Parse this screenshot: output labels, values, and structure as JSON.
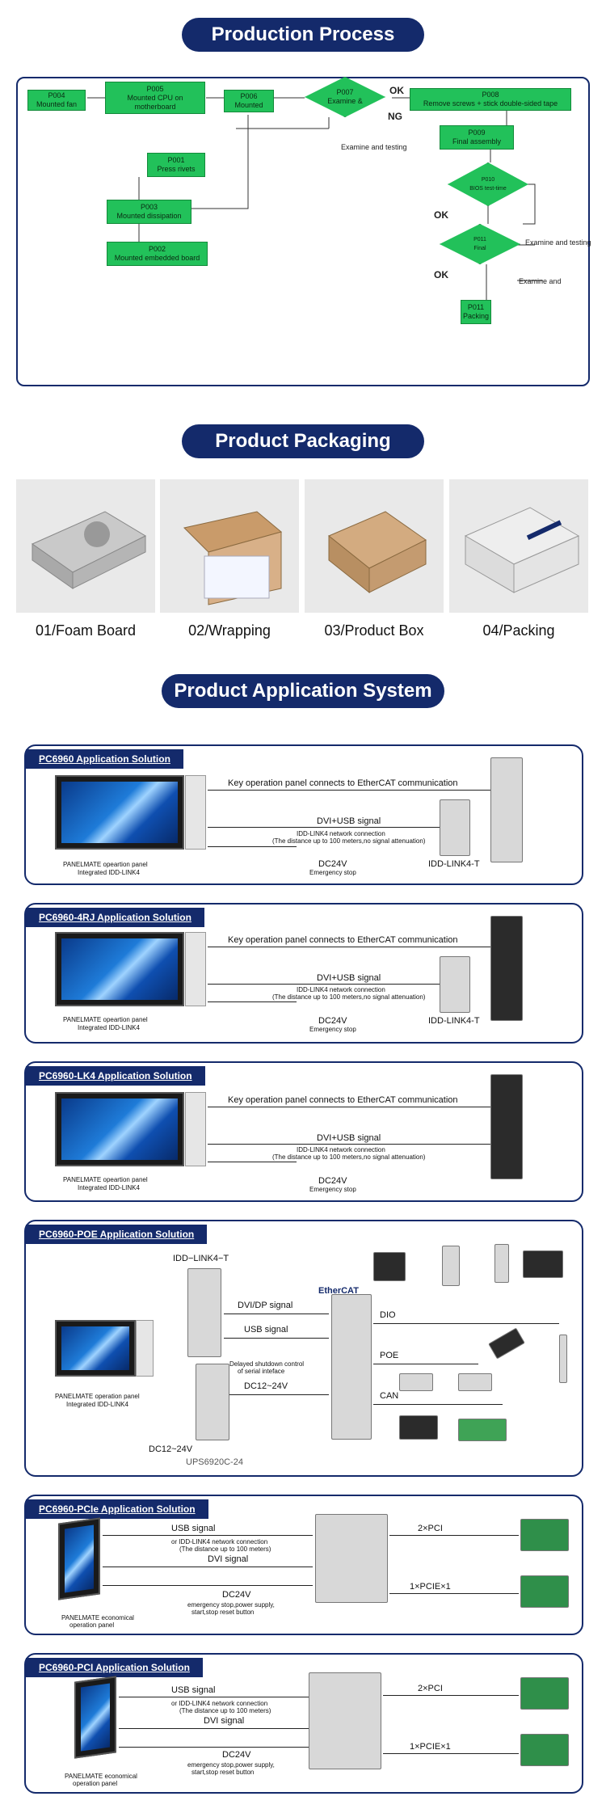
{
  "sections": {
    "production_title": "Production Process",
    "packaging_title": "Product Packaging",
    "application_title": "Product Application System"
  },
  "process": {
    "p004": "P004\nMounted fan",
    "p005": "P005\nMounted CPU on motherboard",
    "p006": "P006\nMounted",
    "p007": "P007\nExamine &",
    "p008": "P008\nRemove screws + stick double-sided tape",
    "p001": "P001\nPress rivets",
    "p003": "P003\nMounted dissipation",
    "p002": "P002\nMounted embedded board",
    "p009": "P009\nFinal assembly",
    "p010": "P010\nBIOS test-time",
    "p011a": "P011\nFinal",
    "p011b": "P011\nPacking",
    "ok1": "OK",
    "ng": "NG",
    "ok2": "OK",
    "ok3": "OK",
    "examine_testing_1": "Examine and testing",
    "examine_testing_2": "Examine and testing",
    "examine_and": "Examine and"
  },
  "packaging": [
    {
      "caption": "01/Foam Board"
    },
    {
      "caption": "02/Wrapping"
    },
    {
      "caption": "03/Product Box"
    },
    {
      "caption": "04/Packing"
    }
  ],
  "solutions": {
    "s1": {
      "title": "PC6960 Application Solution",
      "ethercat": "Key operation panel connects to EtherCAT communication",
      "dvi": "DVI+USB signal",
      "idd": "IDD-LINK4 network connection",
      "distance": "(The distance up to 100 meters,no signal attenuation)",
      "dc": "DC24V",
      "estop": "Emergency stop",
      "panel": "PANELMATE opeartion panel",
      "integrated": "Integrated IDD-LINK4",
      "device": "IDD-LINK4-T"
    },
    "s2": {
      "title": "PC6960-4RJ Application Solution",
      "ethercat": "Key operation panel connects to EtherCAT communication",
      "dvi": "DVI+USB signal",
      "idd": "IDD-LINK4 network connection",
      "distance": "(The distance up to 100 meters,no signal attenuation)",
      "dc": "DC24V",
      "estop": "Emergency stop",
      "panel": "PANELMATE opeartion panel",
      "integrated": "Integrated IDD-LINK4",
      "device": "IDD-LINK4-T"
    },
    "s3": {
      "title": "PC6960-LK4 Application Solution",
      "ethercat": "Key operation panel connects to EtherCAT communication",
      "dvi": "DVI+USB signal",
      "idd": "IDD-LINK4 network connection",
      "distance": "(The distance up to 100 meters,no signal attenuation)",
      "dc": "DC24V",
      "estop": "Emergency stop",
      "panel": "PANELMATE opeartion panel",
      "integrated": "Integrated IDD-LINK4"
    },
    "s4": {
      "title": "PC6960-POE Application Solution",
      "idd_t": "IDD−LINK4−T",
      "ethercat": "EtherCAT",
      "dvi_dp": "DVI/DP signal",
      "usb": "USB signal",
      "delayed": "Delayed shutdown control",
      "serial": "of serial inteface",
      "dc12": "DC12~24V",
      "dc12b": "DC12~24V",
      "ups": "UPS6920C-24",
      "dio": "DIO",
      "poe": "POE",
      "can": "CAN",
      "panel": "PANELMATE operation panel",
      "integrated": "Integrated IDD-LINK4"
    },
    "s5": {
      "title": "PC6960-PCIe Application Solution",
      "usb": "USB signal",
      "idd": "or IDD-LINK4 network connection",
      "distance": "(The distance up to 100 meters)",
      "dvi": "DVI signal",
      "dc": "DC24V",
      "power": "emergency stop,power supply,",
      "reset": "start,stop reset button",
      "panel": "PANELMATE economical",
      "panel2": "operation panel",
      "pci": "2×PCI",
      "pcie": "1×PCIE×1"
    },
    "s6": {
      "title": "PC6960-PCI Application Solution",
      "usb": "USB signal",
      "idd": "or IDD-LINK4 network connection",
      "distance": "(The distance up to 100 meters)",
      "dvi": "DVI signal",
      "dc": "DC24V",
      "power": "emergency stop,power supply,",
      "reset": "start,stop reset button",
      "panel": "PANELMATE economical",
      "panel2": "operation panel",
      "pci": "2×PCI",
      "pcie": "1×PCIE×1"
    }
  },
  "colors": {
    "navy": "#142a6b",
    "green": "#22c15a"
  }
}
